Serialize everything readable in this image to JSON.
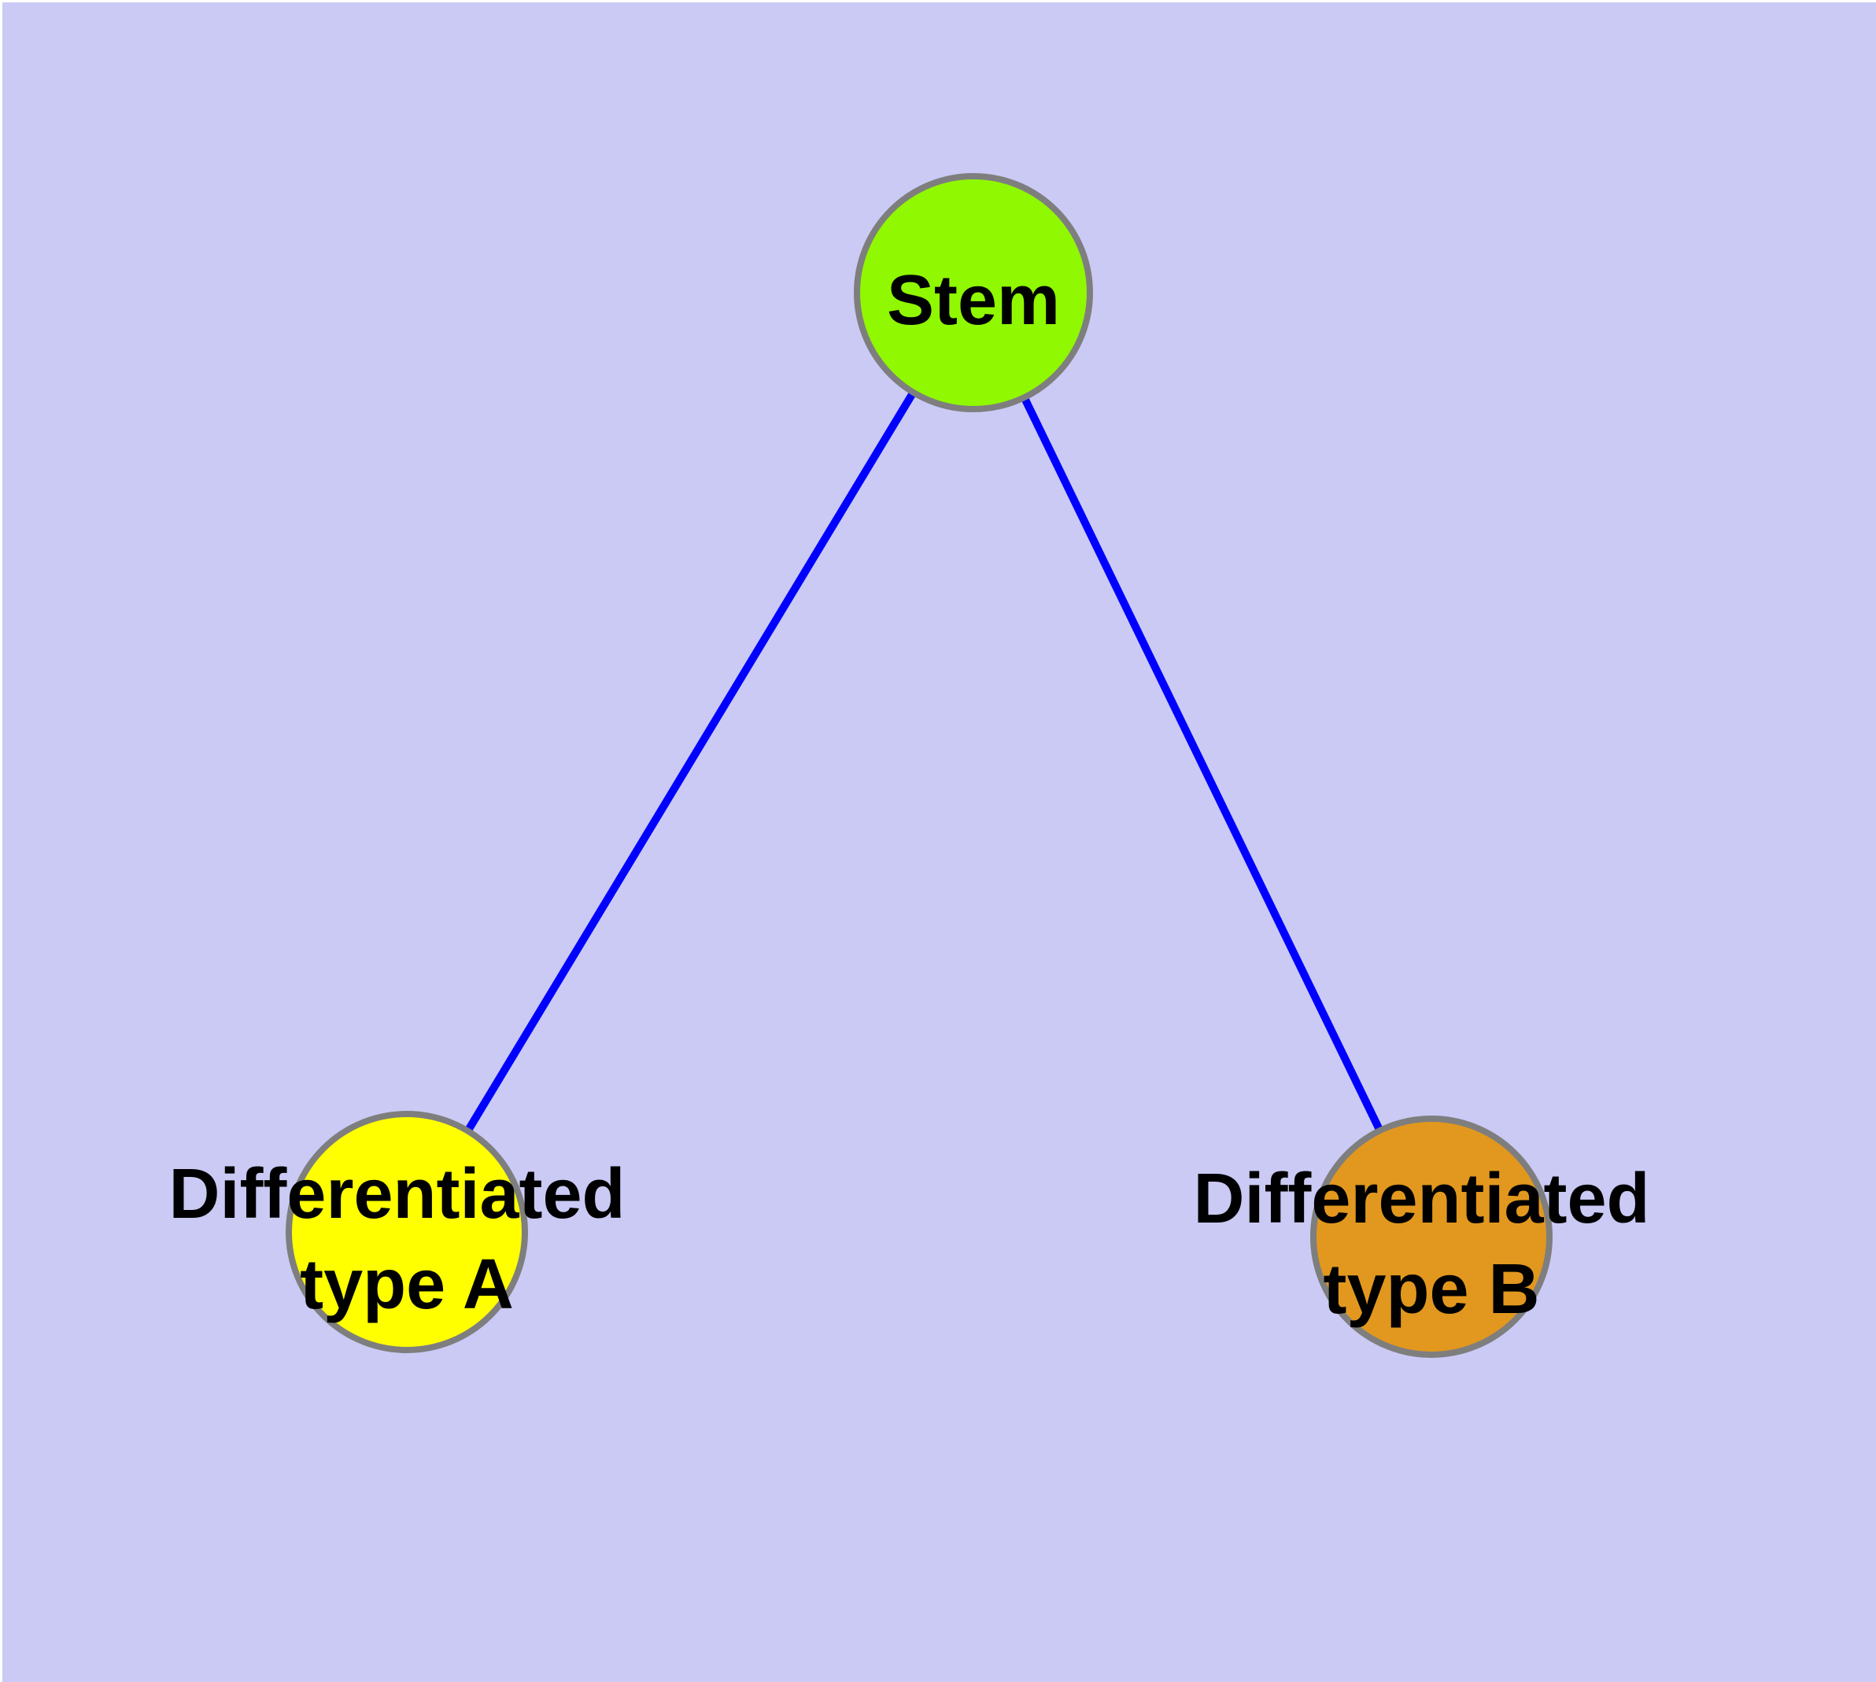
{
  "diagram": {
    "title": "Stem cell differentiation diagram",
    "background_color": "#CACAF5",
    "edge_color": "#0000FF",
    "node_border_color": "#7E7E7E",
    "text_color": "#000000",
    "nodes": [
      {
        "id": "stem",
        "label": "Stem",
        "line1": "Stem",
        "line2": "",
        "fill": "#90F800"
      },
      {
        "id": "differentiated-type-a",
        "label": "Differentiated type A",
        "line1": "Differentiated",
        "line2": "type A",
        "fill": "#FFFF00"
      },
      {
        "id": "differentiated-type-b",
        "label": "Differentiated type B",
        "line1": "Differentiated",
        "line2": "type B",
        "fill": "#E2981E"
      }
    ],
    "edges": [
      {
        "from": "stem",
        "to": "differentiated-type-a"
      },
      {
        "from": "stem",
        "to": "differentiated-type-b"
      }
    ]
  }
}
